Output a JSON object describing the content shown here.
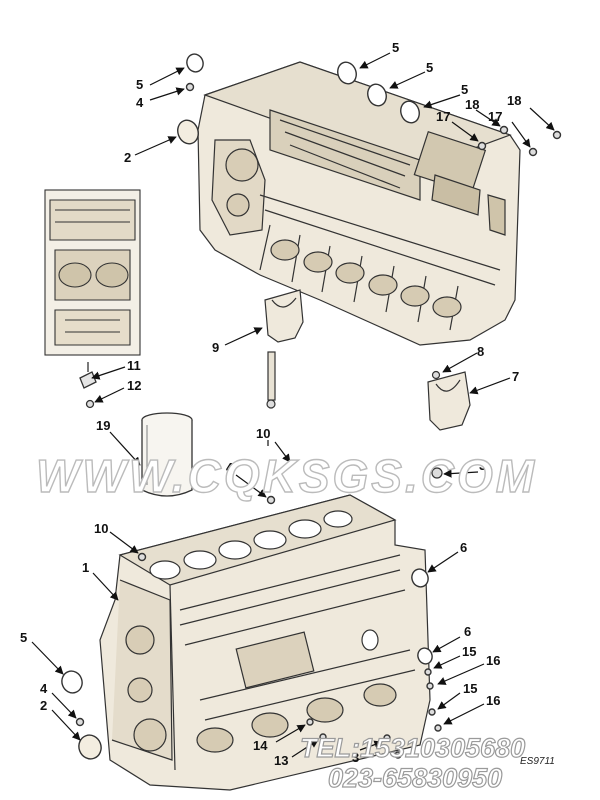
{
  "watermark": {
    "site": "WWW.CQKSGS.COM",
    "tel": "TEL:15310305680",
    "phone2": "023-65830950"
  },
  "drawing_id": "ES9711",
  "callouts": [
    {
      "id": "c5a",
      "label": "5"
    },
    {
      "id": "c4a",
      "label": "4"
    },
    {
      "id": "c5b",
      "label": "5"
    },
    {
      "id": "c5c",
      "label": "5"
    },
    {
      "id": "c5d",
      "label": "5"
    },
    {
      "id": "c18a",
      "label": "18"
    },
    {
      "id": "c18b",
      "label": "18"
    },
    {
      "id": "c17a",
      "label": "17"
    },
    {
      "id": "c17b",
      "label": "17"
    },
    {
      "id": "c2a",
      "label": "2"
    },
    {
      "id": "c9",
      "label": "9"
    },
    {
      "id": "c11",
      "label": "11"
    },
    {
      "id": "c12",
      "label": "12"
    },
    {
      "id": "c8",
      "label": "8"
    },
    {
      "id": "c7",
      "label": "7"
    },
    {
      "id": "c19",
      "label": "19"
    },
    {
      "id": "c10a",
      "label": "10"
    },
    {
      "id": "c4b",
      "label": "4"
    },
    {
      "id": "c3a",
      "label": "3"
    },
    {
      "id": "c10b",
      "label": "10"
    },
    {
      "id": "c6a",
      "label": "6"
    },
    {
      "id": "c1",
      "label": "1"
    },
    {
      "id": "c5e",
      "label": "5"
    },
    {
      "id": "c6b",
      "label": "6"
    },
    {
      "id": "c15a",
      "label": "15"
    },
    {
      "id": "c16a",
      "label": "16"
    },
    {
      "id": "c4c",
      "label": "4"
    },
    {
      "id": "c2b",
      "label": "2"
    },
    {
      "id": "c15b",
      "label": "15"
    },
    {
      "id": "c16b",
      "label": "16"
    },
    {
      "id": "c14",
      "label": "14"
    },
    {
      "id": "c13",
      "label": "13"
    },
    {
      "id": "c3b",
      "label": "3"
    }
  ]
}
